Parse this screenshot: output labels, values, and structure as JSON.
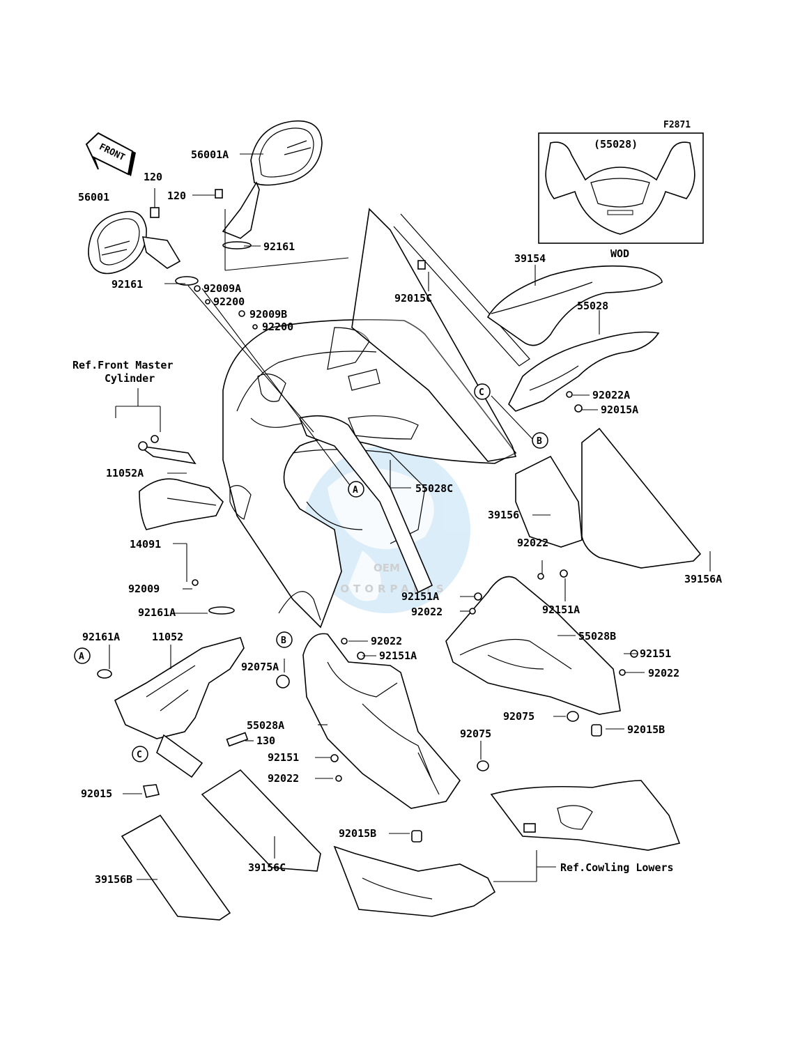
{
  "diagram_code": "F2871",
  "inset": {
    "part": "(55028)",
    "caption": "WOD"
  },
  "watermark": {
    "logo": "OEM",
    "text": "MOTORPARTS"
  },
  "front_arrow": "FRONT",
  "refs": {
    "front_master_cylinder": [
      "Ref.Front Master",
      "Cylinder"
    ],
    "cowling_lowers": "Ref.Cowling Lowers"
  },
  "callouts": [
    "A",
    "B",
    "C"
  ],
  "labels": [
    "56001A",
    "120",
    "120",
    "56001",
    "92161",
    "92161",
    "92009A",
    "92200",
    "92009B",
    "92200",
    "92015C",
    "39154",
    "55028",
    "92022A",
    "92015A",
    "11052A",
    "55028C",
    "39156",
    "14091",
    "92022",
    "39156A",
    "92151A",
    "92022",
    "92009",
    "92151A",
    "92161A",
    "92161A",
    "11052",
    "92022",
    "92151A",
    "55028B",
    "92151",
    "92075A",
    "92022",
    "55028A",
    "130",
    "92075",
    "92015B",
    "92075",
    "92151",
    "92022",
    "92015",
    "92015B",
    "39156B",
    "39156C"
  ]
}
